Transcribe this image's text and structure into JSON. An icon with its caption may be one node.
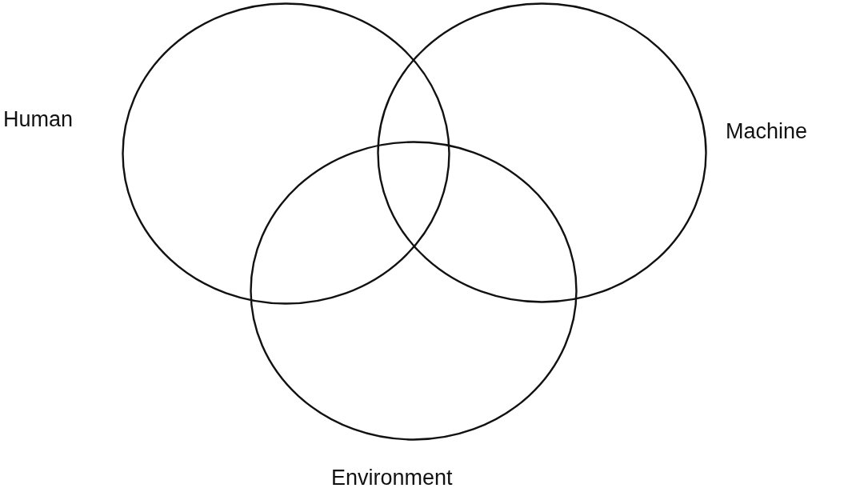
{
  "diagram": {
    "nodes": [
      {
        "text": [
          "Human"
        ]
      },
      {
        "text": [
          "Machine"
        ]
      },
      {
        "text": [
          "Environment"
        ]
      }
    ]
  }
}
